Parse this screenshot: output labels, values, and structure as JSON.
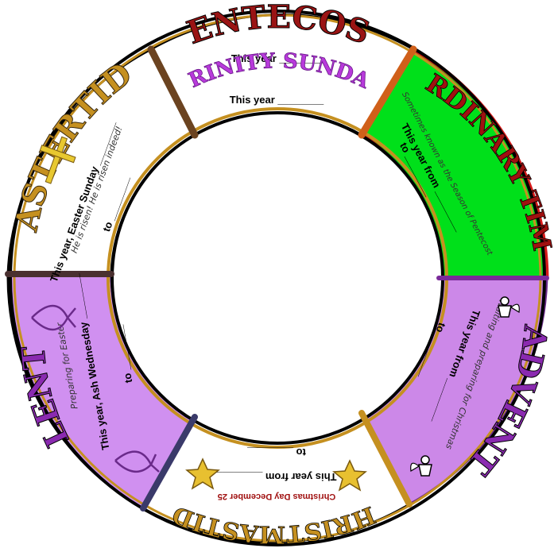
{
  "wheel": {
    "pentecost": {
      "title": "PENTECOST",
      "line1": "This year ________",
      "subtitle": "TRINITY SUNDAY",
      "line2": "This year ________",
      "color": "#ffffff"
    },
    "ordinary": {
      "title": "ORDINARY TIME",
      "note": "Sometimes known as the Season of Pentecost",
      "from": "This year from ________",
      "to": "to ________",
      "color": "#00e01a"
    },
    "advent": {
      "title": "ADVENT",
      "note": "Waiting and preparing for Christmas",
      "from": "This year from ________",
      "to": "to ________",
      "color": "#cc88e8"
    },
    "christmastide": {
      "title": "CHRISTMASTIDE",
      "note": "Christmas Day December 25",
      "from": "This year from ________",
      "to": "to ________",
      "color": "#ffffff"
    },
    "lent": {
      "title": "LENT",
      "note": "Preparing for Easter",
      "from": "This year, Ash Wednesday ________",
      "to": "to ________",
      "color": "#d090f0"
    },
    "eastertide": {
      "title": "EASTERTIDE",
      "note": "He is risen! He is risen indeed!",
      "from": "This year, Easter Sunday ________",
      "to": "to ________",
      "color": "#ffffff"
    }
  }
}
